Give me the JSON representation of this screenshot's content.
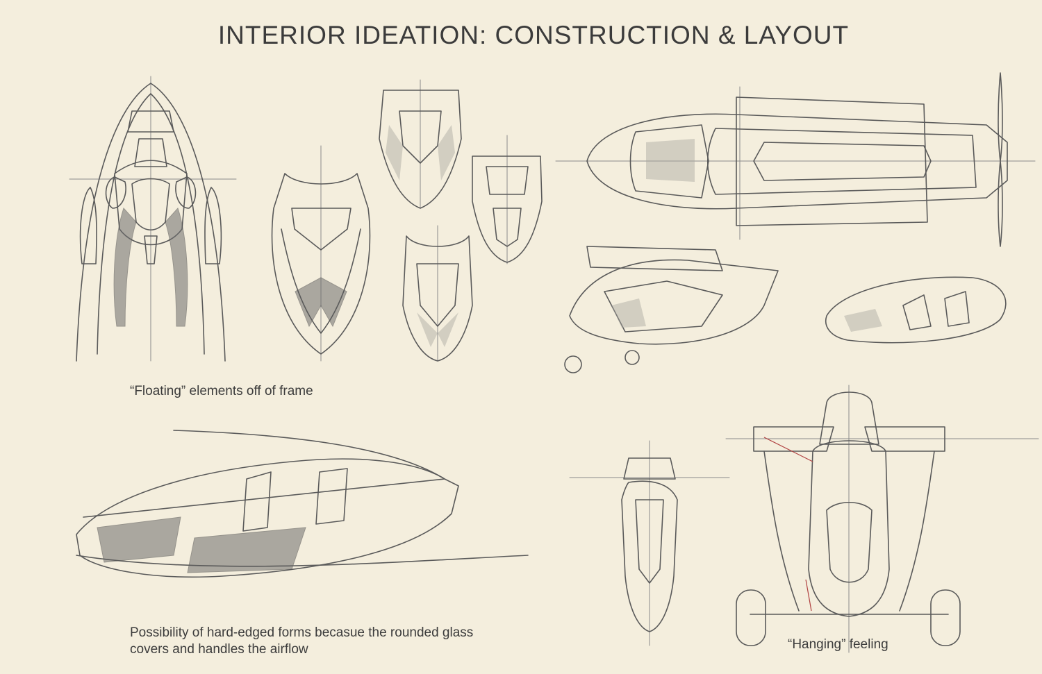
{
  "title": "INTERIOR IDEATION: CONSTRUCTION & LAYOUT",
  "captions": {
    "floating": "“Floating” elements off of frame",
    "hard_edged": "Possibility of hard-edged forms becasue the rounded glass covers and handles the airflow",
    "hanging": "“Hanging” feeling"
  },
  "colors": {
    "background": "#f4eedd",
    "line": "#5a5a5a",
    "shade": "#6e6e6e",
    "accent": "#b04040"
  }
}
